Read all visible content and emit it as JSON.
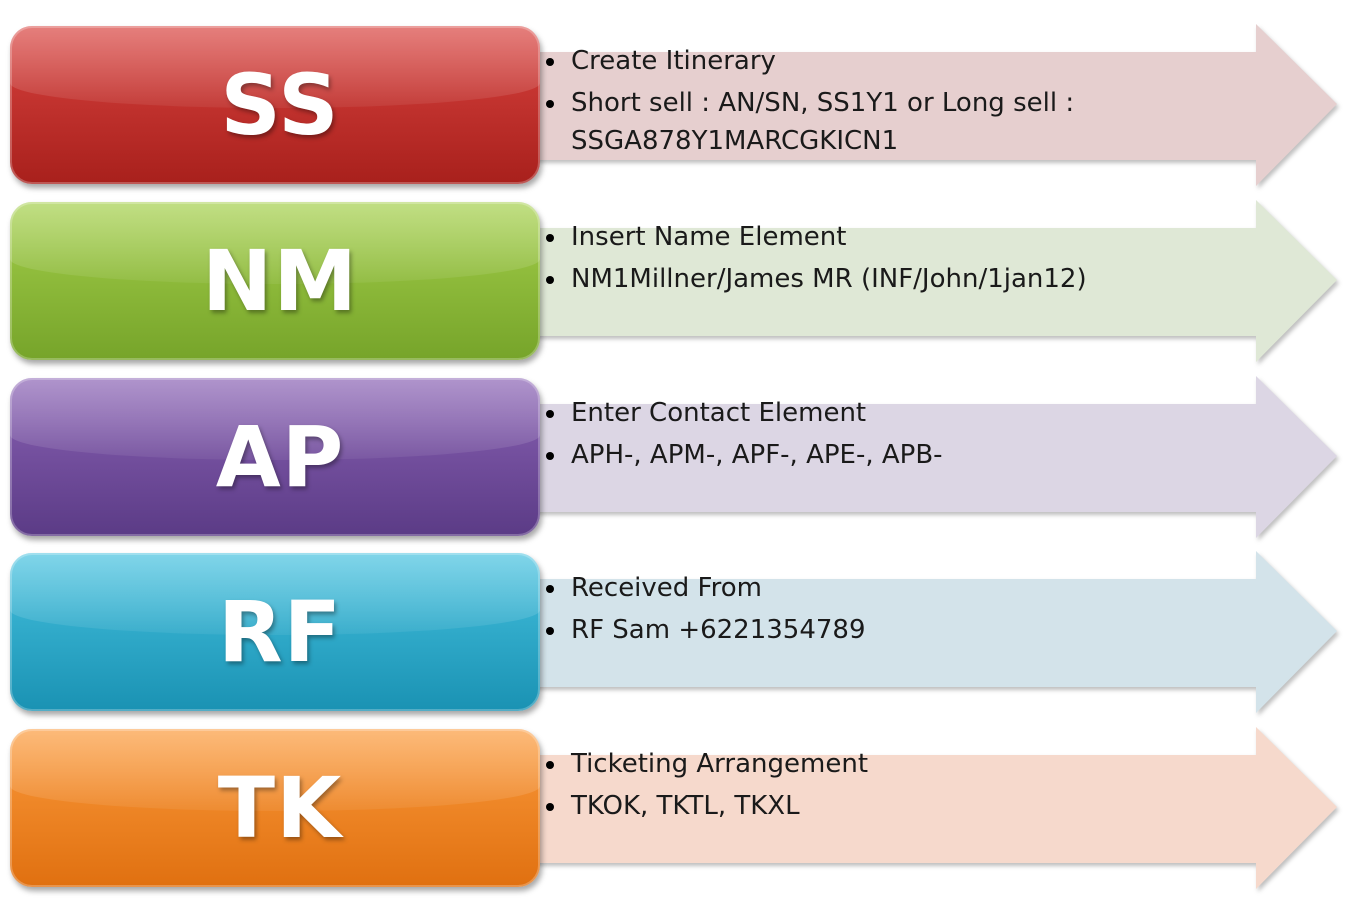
{
  "rows": [
    {
      "code": "SS",
      "colors": {
        "box_top": "#d9433f",
        "box_bottom": "#a8201c",
        "arrow": "#e6cfcf"
      },
      "items": [
        "Create Itinerary",
        "Short sell : AN/SN, SS1Y1 or Long sell : SSGA878Y1MARCGKICN1"
      ]
    },
    {
      "code": "NM",
      "colors": {
        "box_top": "#a4cf4a",
        "box_bottom": "#76a42a",
        "arrow": "#dfe8d6"
      },
      "items": [
        "Insert Name Element",
        "NM1Millner/James MR (INF/John/1jan12)"
      ]
    },
    {
      "code": "AP",
      "colors": {
        "box_top": "#8a62b4",
        "box_bottom": "#5b3b86",
        "arrow": "#dcd6e4"
      },
      "items": [
        "Enter Contact Element",
        "APH-, APM-, APF-, APE-, APB-"
      ]
    },
    {
      "code": "RF",
      "colors": {
        "box_top": "#45c1df",
        "box_bottom": "#1a92b3",
        "arrow": "#d3e3ea"
      },
      "items": [
        "Received From",
        "RF Sam +6221354789"
      ]
    },
    {
      "code": "TK",
      "colors": {
        "box_top": "#fb9a3b",
        "box_bottom": "#e07010",
        "arrow": "#f6d9cc"
      },
      "items": [
        "Ticketing Arrangement",
        "TKOK, TKTL, TKXL"
      ]
    }
  ]
}
